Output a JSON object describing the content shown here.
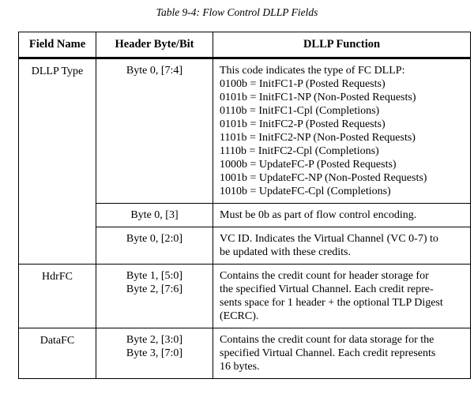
{
  "caption": "Table 9-4: Flow Control DLLP Fields",
  "headers": [
    "Field Name",
    "Header Byte/Bit",
    "DLLP Function"
  ],
  "rows": [
    {
      "field": "DLLP Type",
      "byte": "Byte 0, [7:4]",
      "function_lines": [
        "This code indicates the type of FC DLLP:",
        "0100b = InitFC1-P (Posted Requests)",
        "0101b = InitFC1-NP (Non-Posted Requests)",
        "0110b = InitFC1-Cpl (Completions)",
        "0101b = InitFC2-P (Posted Requests)",
        "1101b = InitFC2-NP (Non-Posted Requests)",
        "1110b = InitFC2-Cpl (Completions)",
        "1000b = UpdateFC-P (Posted Requests)",
        "1001b = UpdateFC-NP (Non-Posted Requests)",
        "1010b = UpdateFC-Cpl (Completions)"
      ]
    },
    {
      "field": "",
      "byte": "Byte 0, [3]",
      "function_lines": [
        "Must be 0b as part of flow control encoding."
      ]
    },
    {
      "field": "",
      "byte": "Byte 0, [2:0]",
      "function_lines": [
        "VC ID. Indicates the Virtual Channel (VC 0-7) to",
        "be updated with these credits."
      ]
    },
    {
      "field": "HdrFC",
      "byte_lines": [
        "Byte 1, [5:0]",
        "Byte 2, [7:6]"
      ],
      "function_lines": [
        "Contains the credit count for header storage for",
        "the specified Virtual Channel. Each credit repre-",
        "sents space for 1 header + the optional TLP Digest",
        "(ECRC)."
      ]
    },
    {
      "field": "DataFC",
      "byte_lines": [
        "Byte 2, [3:0]",
        "Byte 3, [7:0]"
      ],
      "function_lines": [
        "Contains the credit count for data storage for the",
        "specified Virtual Channel. Each credit represents",
        "16 bytes."
      ]
    }
  ]
}
